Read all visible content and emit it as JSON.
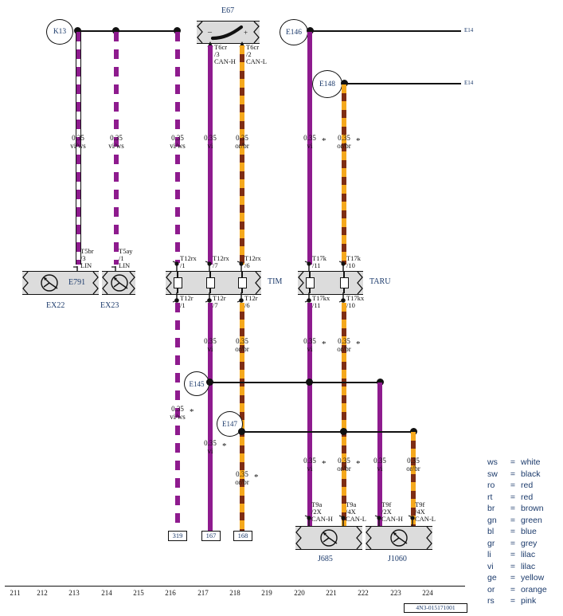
{
  "diagram": {
    "drawing_number": "4N3-015171001",
    "top_components": [
      {
        "id": "K13",
        "type": "circle-node"
      },
      {
        "id": "E67",
        "type": "switch-module"
      },
      {
        "id": "E146",
        "type": "circle-node"
      },
      {
        "id": "E148",
        "type": "circle-node"
      }
    ],
    "right_edge_refs": [
      {
        "label": "E14"
      },
      {
        "label": "E14"
      }
    ],
    "top_pin_labels": [
      {
        "conn": "T6cr",
        "pin": "/3",
        "signal": "CAN-H"
      },
      {
        "conn": "T6cr",
        "pin": "/2",
        "signal": "CAN-L"
      }
    ],
    "upper_wire_specs": [
      {
        "size": "0.35",
        "color": "vi/ws",
        "star": false
      },
      {
        "size": "0.35",
        "color": "vi/ws",
        "star": false
      },
      {
        "size": "0.35",
        "color": "vi/ws",
        "star": false
      },
      {
        "size": "0.35",
        "color": "vi",
        "star": false
      },
      {
        "size": "0.35",
        "color": "or/br",
        "star": false
      },
      {
        "size": "0.35",
        "color": "vi",
        "star": true
      },
      {
        "size": "0.35",
        "color": "or/br",
        "star": true
      }
    ],
    "mid_connectors": [
      {
        "name": "EX22",
        "inner_label": "E791",
        "symbol": "earth-symbol"
      },
      {
        "name": "EX23",
        "inner_label": "",
        "symbol": "earth-symbol"
      },
      {
        "name": "TIM",
        "inner_label": "",
        "symbol": "terminal-block"
      },
      {
        "name": "TARU",
        "inner_label": "",
        "symbol": "terminal-block"
      }
    ],
    "mid_pins_above": [
      {
        "conn": "T5br",
        "pin": "/3",
        "signal": "LIN"
      },
      {
        "conn": "T5ay",
        "pin": "/1",
        "signal": "LIN"
      },
      {
        "conn": "T12rx",
        "pin": "/1",
        "signal": ""
      },
      {
        "conn": "T12rx",
        "pin": "/7",
        "signal": ""
      },
      {
        "conn": "T12rx",
        "pin": "/6",
        "signal": ""
      },
      {
        "conn": "T17k",
        "pin": "/11",
        "signal": ""
      },
      {
        "conn": "T17k",
        "pin": "/10",
        "signal": ""
      }
    ],
    "mid_pins_below": [
      {
        "conn": "T12r",
        "pin": "/1",
        "signal": ""
      },
      {
        "conn": "T12r",
        "pin": "/7",
        "signal": ""
      },
      {
        "conn": "T12r",
        "pin": "/6",
        "signal": ""
      },
      {
        "conn": "T17kx",
        "pin": "/11",
        "signal": ""
      },
      {
        "conn": "T17kx",
        "pin": "/10",
        "signal": ""
      }
    ],
    "lower_wire_specs_upper": [
      {
        "size": "0.35",
        "color": "vi",
        "star": false
      },
      {
        "size": "0.35",
        "color": "or/br",
        "star": false
      },
      {
        "size": "0.35",
        "color": "vi",
        "star": true
      },
      {
        "size": "0.35",
        "color": "or/br",
        "star": true
      }
    ],
    "splices": [
      {
        "id": "E145"
      },
      {
        "id": "E147"
      }
    ],
    "lower_wire_specs_lower": [
      {
        "size": "0.35",
        "color": "vi/ws",
        "star": true
      },
      {
        "size": "0.35",
        "color": "vi",
        "star": true
      },
      {
        "size": "0.35",
        "color": "or/br",
        "star": true
      },
      {
        "size": "0.35",
        "color": "vi",
        "star": true
      },
      {
        "size": "0.35",
        "color": "or/br",
        "star": true
      },
      {
        "size": "0.35",
        "color": "vi",
        "star": false
      },
      {
        "size": "0.35",
        "color": "or/br",
        "star": false
      }
    ],
    "bottom_connectors": [
      {
        "name": "J685",
        "symbol": "earth-symbol"
      },
      {
        "name": "J1060",
        "symbol": "earth-symbol"
      }
    ],
    "bottom_pin_labels": [
      {
        "conn": "T9a",
        "pin": "/2X",
        "signal": "CAN-H"
      },
      {
        "conn": "T9a",
        "pin": "/4X",
        "signal": "CAN-L"
      },
      {
        "conn": "T9f",
        "pin": "/2X",
        "signal": "CAN-H"
      },
      {
        "conn": "T9f",
        "pin": "/4X",
        "signal": "CAN-L"
      }
    ],
    "terminal_end_boxes": [
      {
        "label": "319"
      },
      {
        "label": "167"
      },
      {
        "label": "168"
      }
    ],
    "ruler_numbers": [
      "211",
      "212",
      "213",
      "214",
      "215",
      "216",
      "217",
      "218",
      "219",
      "220",
      "221",
      "222",
      "223",
      "224"
    ],
    "legend": {
      "title": "",
      "rows": [
        {
          "abbr": "ws",
          "eq": "=",
          "name": "white"
        },
        {
          "abbr": "sw",
          "eq": "=",
          "name": "black"
        },
        {
          "abbr": "ro",
          "eq": "=",
          "name": "red"
        },
        {
          "abbr": "rt",
          "eq": "=",
          "name": "red"
        },
        {
          "abbr": "br",
          "eq": "=",
          "name": "brown"
        },
        {
          "abbr": "gn",
          "eq": "=",
          "name": "green"
        },
        {
          "abbr": "bl",
          "eq": "=",
          "name": "blue"
        },
        {
          "abbr": "gr",
          "eq": "=",
          "name": "grey"
        },
        {
          "abbr": "li",
          "eq": "=",
          "name": "lilac"
        },
        {
          "abbr": "vi",
          "eq": "=",
          "name": "lilac"
        },
        {
          "abbr": "ge",
          "eq": "=",
          "name": "yellow"
        },
        {
          "abbr": "or",
          "eq": "=",
          "name": "orange"
        },
        {
          "abbr": "rs",
          "eq": "=",
          "name": "pink"
        }
      ]
    },
    "colors": {
      "lilac": "#8e1b8e",
      "orange": "#f5a81c",
      "brown": "#7e2d14",
      "box_fill": "#dcdcdc",
      "text_blue": "#1b3a6b",
      "line": "#111111"
    }
  }
}
